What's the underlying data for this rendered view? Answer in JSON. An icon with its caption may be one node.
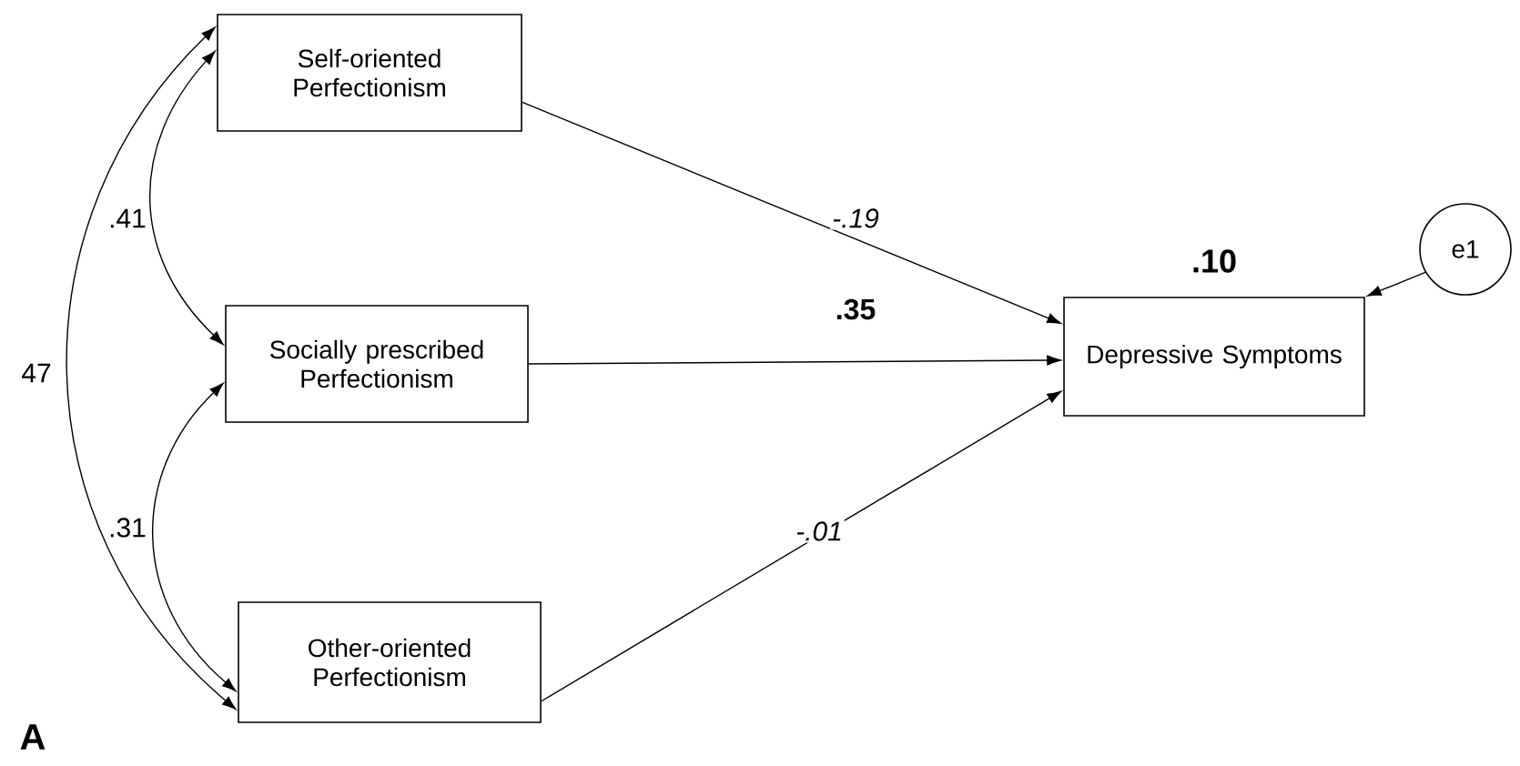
{
  "diagram": {
    "nodes": [
      {
        "text": [
          "Self-oriented Perfectionism"
        ]
      },
      {
        "text": [
          "Socially prescribed Perfectionism"
        ]
      },
      {
        "text": [
          "Other-oriented Perfectionism"
        ]
      },
      {
        "text": [
          "Depressive Symptoms"
        ],
        "beside": [
          ".10"
        ]
      },
      {
        "text": [
          "e1"
        ]
      }
    ],
    "edges": [
      {
        "from": 0,
        "to": 3,
        "arrow": "to",
        "label": "-.19"
      },
      {
        "from": 1,
        "to": 3,
        "arrow": "to",
        "label": ".35"
      },
      {
        "from": 2,
        "to": 3,
        "arrow": "to",
        "label": "-.01"
      },
      {
        "from": 4,
        "to": 3,
        "arrow": "to"
      },
      {
        "from": 0,
        "to": 1,
        "arrow": "both",
        "label": ".41"
      },
      {
        "from": 1,
        "to": 2,
        "arrow": "both",
        "label": ".31"
      },
      {
        "from": 0,
        "to": 2,
        "arrow": "both",
        "label": "47"
      }
    ],
    "labels": [
      "A"
    ]
  }
}
